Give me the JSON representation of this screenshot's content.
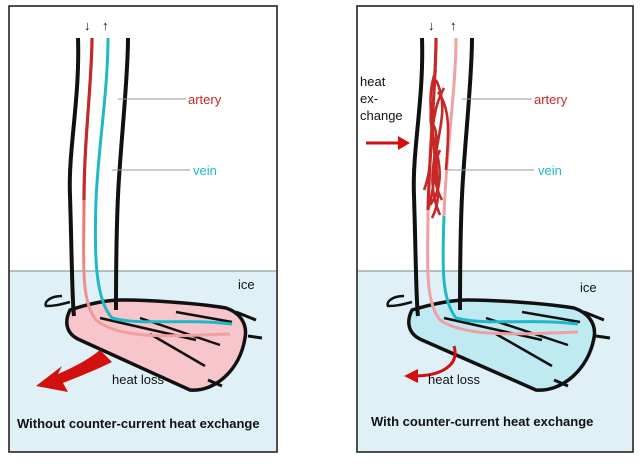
{
  "panels": [
    {
      "artery_label": "artery",
      "vein_label": "vein",
      "ice_label": "ice",
      "heat_loss_label": "heat loss",
      "caption": "Without counter-current heat exchange"
    },
    {
      "artery_label": "artery",
      "vein_label": "vein",
      "ice_label": "ice",
      "heat_loss_label": "heat loss",
      "caption": "With counter-current heat exchange",
      "exchange_label_lines": [
        "heat",
        "ex-",
        "change"
      ]
    }
  ],
  "arrows": {
    "down": "↓",
    "up": "↑"
  },
  "colors": {
    "artery": "#c62828",
    "artery_faded": "#f0a0a0",
    "vein": "#1fb8c8",
    "ice": "#dff1f7",
    "warm_foot": "#f7c5cc",
    "cool_foot": "#bfeaf2",
    "heat_arrow": "#d31010"
  }
}
